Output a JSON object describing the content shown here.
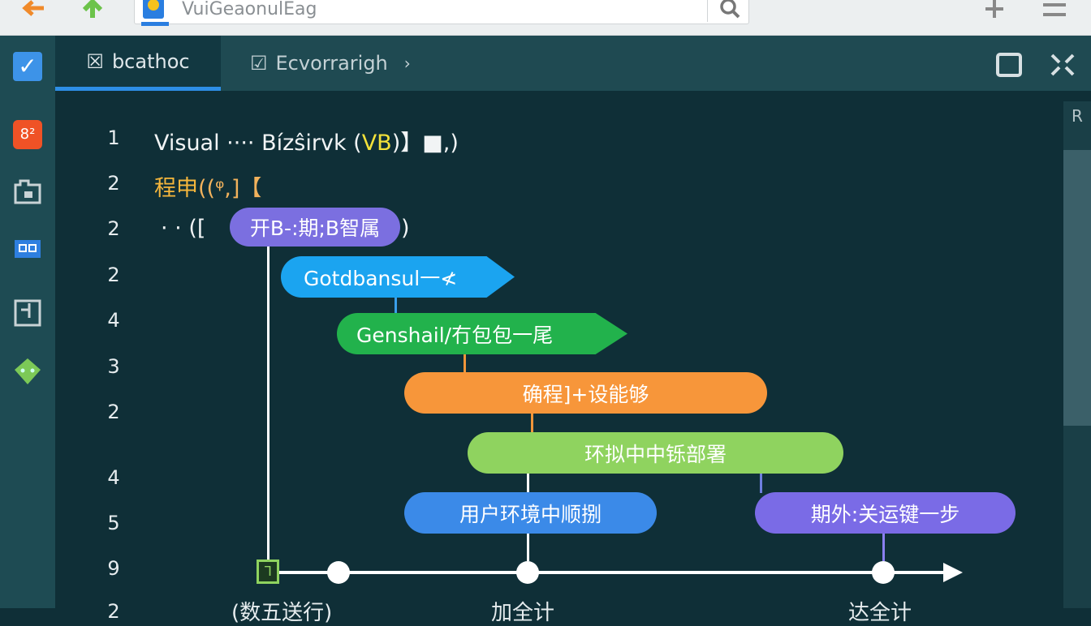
{
  "browser": {
    "address_text": "VuiGeaonulEag",
    "icons": [
      "back-arrow-icon",
      "up-arrow-icon",
      "search-icon",
      "plus-icon",
      "menu-icon"
    ]
  },
  "tabs": [
    {
      "label": "bcathoc",
      "icon": "edit-icon",
      "active": true
    },
    {
      "label": "Ecvorrarigh",
      "icon": "edit-icon",
      "active": false
    }
  ],
  "window_icons": [
    "maximize-icon",
    "collapse-icon"
  ],
  "sidebar": {
    "icons": [
      "checkbox-icon",
      "extensions-icon",
      "folder-icon",
      "chat-icon",
      "layout-icon",
      "android-icon"
    ]
  },
  "scrollbar": {
    "label": "R"
  },
  "editor": {
    "line_numbers": [
      "1",
      "2",
      "2",
      "2",
      "4",
      "3",
      "2",
      "4",
      "5",
      "9",
      "2"
    ],
    "line1": {
      "text": "Visual ···· Bízŝirvk (",
      "highlight": "VB",
      "tail": ")】■,)"
    },
    "line2": {
      "text": "程申",
      "tail": "((ᵠ,]【"
    },
    "line3_prefix": "·  ·   ([",
    "line3_suffix": ")"
  },
  "flow": {
    "steps": [
      {
        "label": "开B-:期;B智属",
        "color": "#7b6fe0"
      },
      {
        "label": "Gotdbansul一≮",
        "color": "#1ba4f0"
      },
      {
        "label": "Genshail/冇包包一尾",
        "color": "#22b24c"
      },
      {
        "label": "确程]+设能够",
        "color": "#f7963a"
      },
      {
        "label": "环拟中中铄部署",
        "color": "#8fd35f"
      },
      {
        "label": "用户环境中顺捌",
        "color": "#3b8ae8"
      },
      {
        "label": "期外:关运键一步",
        "color": "#7a6be6"
      }
    ],
    "timeline_labels": [
      "(数五送行)",
      "加全计",
      "达全计"
    ]
  }
}
